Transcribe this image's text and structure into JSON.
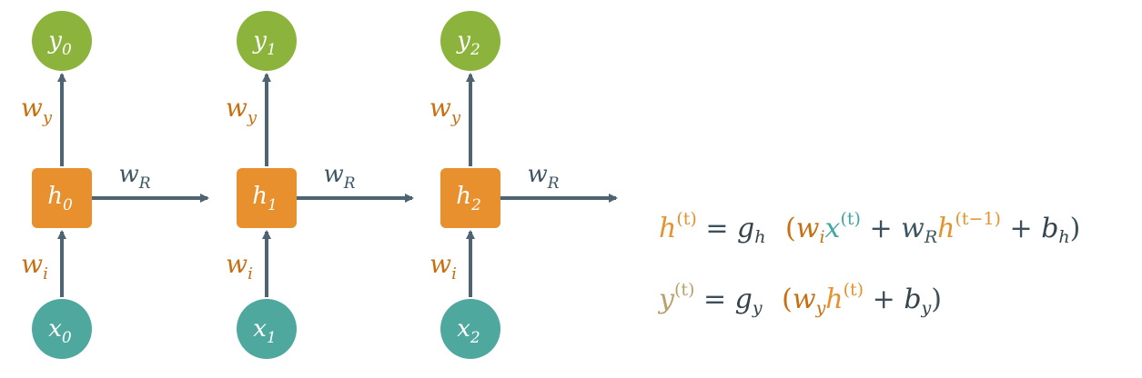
{
  "colors": {
    "output_node": "#8cb43c",
    "hidden_node": "#e88f2e",
    "input_node": "#4ea89e",
    "arrow": "#4e6472",
    "weight_orange": "#c96f12",
    "weight_dark": "#3d5563"
  },
  "steps": [
    {
      "y": "y",
      "y_sub": "0",
      "h": "h",
      "h_sub": "0",
      "x": "x",
      "x_sub": "0"
    },
    {
      "y": "y",
      "y_sub": "1",
      "h": "h",
      "h_sub": "1",
      "x": "x",
      "x_sub": "1"
    },
    {
      "y": "y",
      "y_sub": "2",
      "h": "h",
      "h_sub": "2",
      "x": "x",
      "x_sub": "2"
    }
  ],
  "weights": {
    "wy": {
      "base": "w",
      "sub": "y"
    },
    "wi": {
      "base": "w",
      "sub": "i"
    },
    "wr": {
      "base": "w",
      "sub": "R"
    }
  },
  "equation1": {
    "lhs": "h",
    "lhs_sup": "(t)",
    "eq": "=",
    "g": "g",
    "g_sub": "h",
    "open": "(",
    "w1": "w",
    "w1_sub": "i",
    "x": "x",
    "x_sup": "(t)",
    "plus1": "+",
    "w2": "w",
    "w2_sub": "R",
    "h": "h",
    "h_sup": "(t−1)",
    "plus2": "+",
    "b": "b",
    "b_sub": "h",
    "close": ")"
  },
  "equation2": {
    "lhs": "y",
    "lhs_sup": "(t)",
    "eq": "=",
    "g": "g",
    "g_sub": "y",
    "open": "(",
    "w": "w",
    "w_sub": "y",
    "h": "h",
    "h_sup": "(t)",
    "plus": "+",
    "b": "b",
    "b_sub": "y",
    "close": ")"
  }
}
